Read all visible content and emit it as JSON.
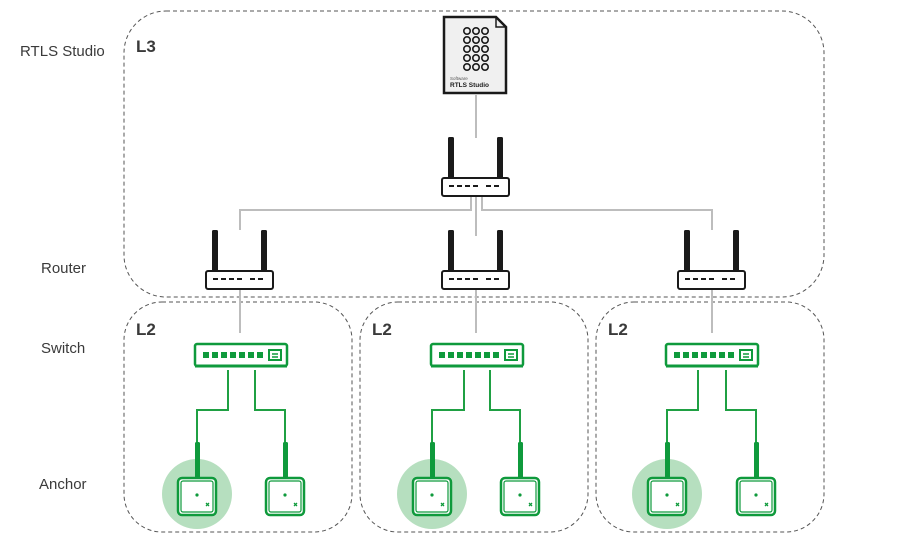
{
  "rows": {
    "rtls_studio": "RTLS Studio",
    "router": "Router",
    "switch": "Switch",
    "anchor": "Anchor"
  },
  "zones": {
    "l3": "L3",
    "l2_left": "L2",
    "l2_middle": "L2",
    "l2_right": "L2"
  },
  "server": {
    "caption_small": "Software",
    "caption": "RTLS Studio"
  },
  "colors": {
    "device_green": "#0f9a3c",
    "link_green": "#1fa043",
    "halo_green": "#b6dfbf",
    "link_gray": "#bdbdbd",
    "dash_border": "#555555"
  }
}
